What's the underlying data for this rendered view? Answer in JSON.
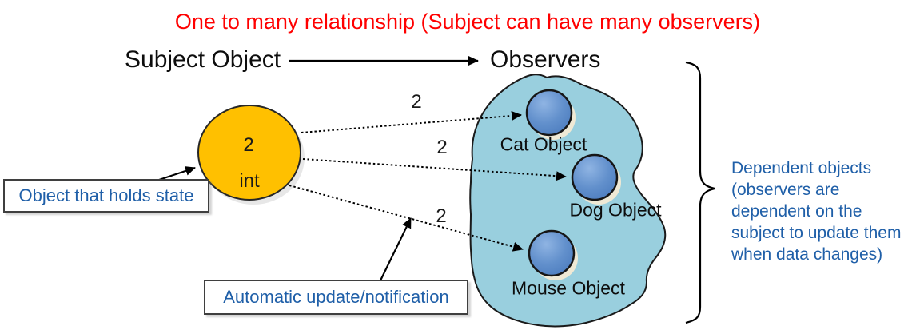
{
  "title": "One to many relationship (Subject can have many observers)",
  "header": {
    "subject_label": "Subject Object",
    "observers_label": "Observers"
  },
  "subject_circle": {
    "value": "2",
    "type_label": "int"
  },
  "edges": [
    {
      "label": "2"
    },
    {
      "label": "2"
    },
    {
      "label": "2"
    }
  ],
  "observers": [
    {
      "label": "Cat Object"
    },
    {
      "label": "Dog Object"
    },
    {
      "label": "Mouse Object"
    }
  ],
  "callouts": {
    "state": "Object that holds state",
    "update": "Automatic update/notification"
  },
  "brace_note": {
    "lines": [
      "Dependent objects",
      "(observers are",
      "dependent on the",
      "subject to update them",
      "when data changes)"
    ]
  },
  "colors": {
    "title_red": "#ff0000",
    "note_blue": "#1f5fa8",
    "subject_fill": "#ffc000",
    "observer_region_fill": "#99cfde",
    "observer_circle_fill": "#5585c4",
    "outline": "#1a1a1a"
  }
}
